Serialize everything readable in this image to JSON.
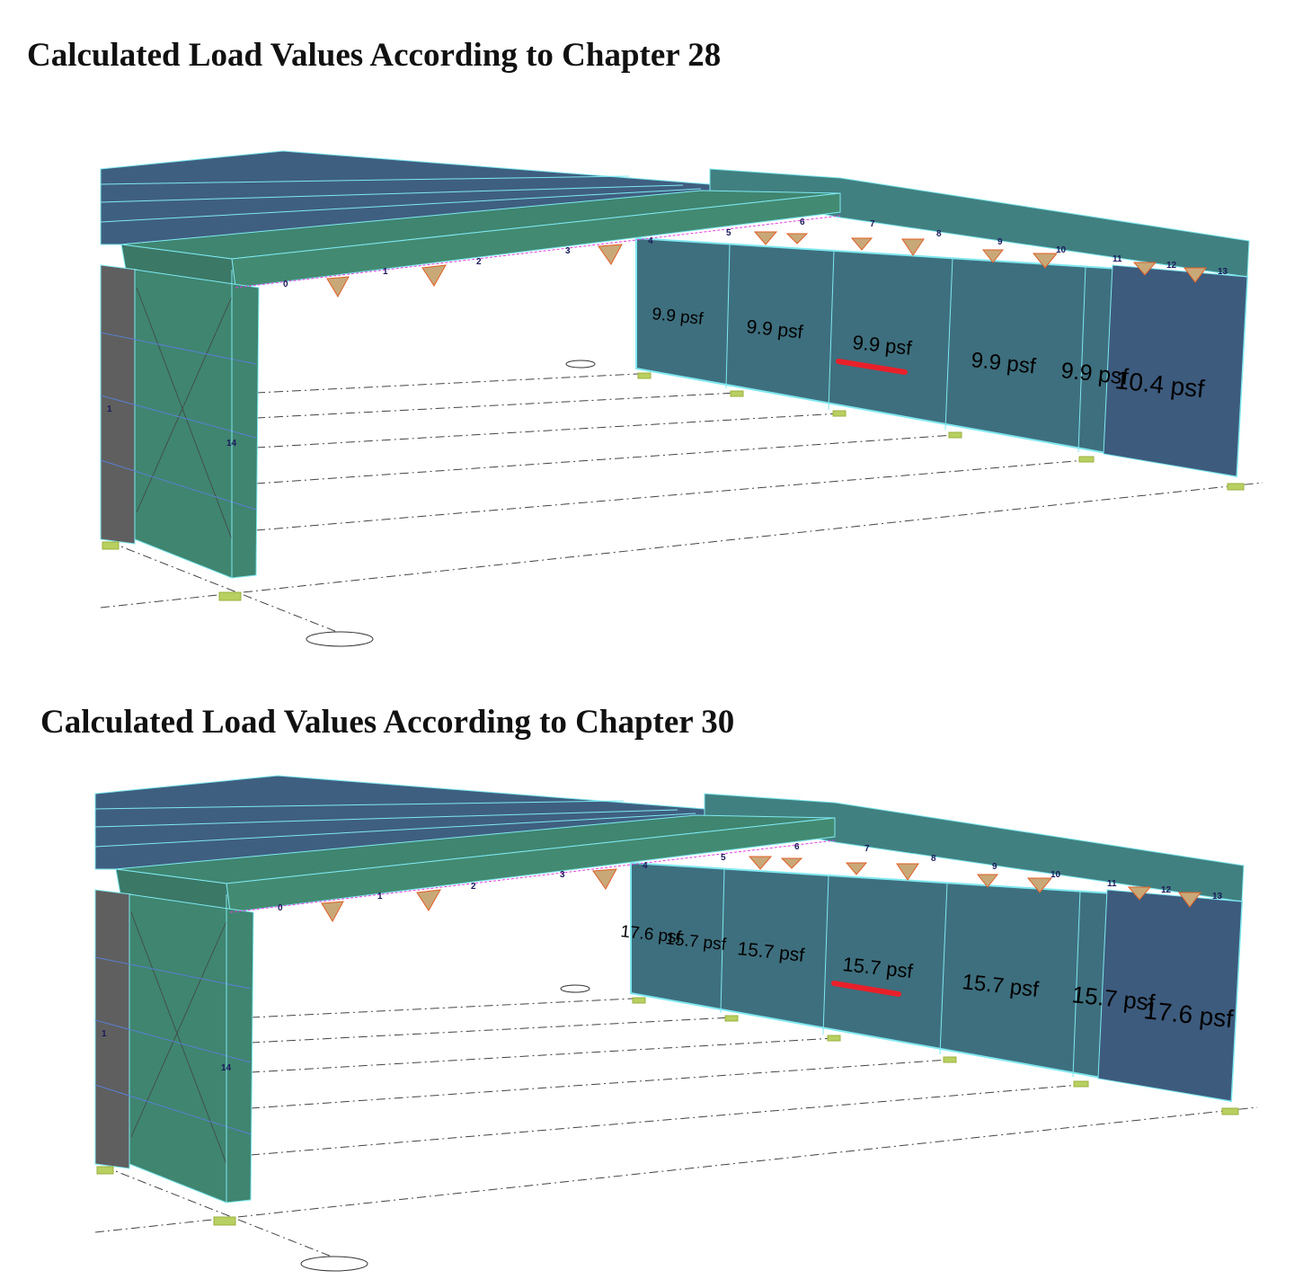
{
  "figure1": {
    "title": "Calculated Load Values According to Chapter 28",
    "loads": [
      "9.9 psf",
      "9.9 psf",
      "9.9 psf",
      "9.9 psf",
      "9.9 psf",
      "10.4 psf"
    ],
    "nodes": [
      "0",
      "1",
      "2",
      "3",
      "4",
      "5",
      "6",
      "7",
      "8",
      "9",
      "10",
      "11",
      "12",
      "13",
      "14",
      "1"
    ]
  },
  "figure2": {
    "title": "Calculated Load Values According to Chapter 30",
    "loads": [
      "17.6 psf",
      "15.7 psf",
      "15.7 psf",
      "15.7 psf",
      "15.7 psf",
      "15.7 psf",
      "17.6 psf"
    ],
    "nodes": [
      "0",
      "1",
      "2",
      "3",
      "4",
      "5",
      "6",
      "7",
      "8",
      "9",
      "10",
      "11",
      "12",
      "13",
      "14",
      "1"
    ]
  },
  "colors": {
    "roof_blue": "#3f5f80",
    "beam_green": "#3f8570",
    "wall_teal": "#3e6f7e",
    "edge": "#7fe8f0",
    "highlight": "#e8202a"
  }
}
